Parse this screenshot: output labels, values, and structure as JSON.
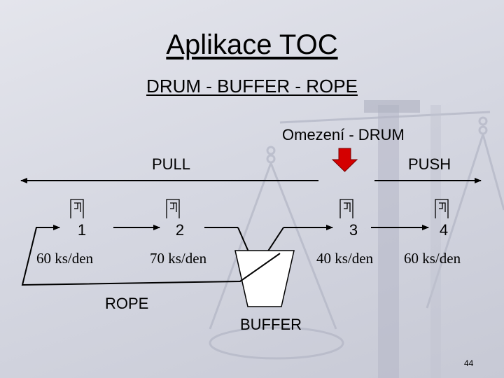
{
  "title": "Aplikace TOC",
  "subtitle": "DRUM - BUFFER - ROPE",
  "constraint_label": "Omezení - DRUM",
  "pull_label": "PULL",
  "push_label": "PUSH",
  "stations": [
    {
      "number": "1",
      "rate": "60 ks/den"
    },
    {
      "number": "2",
      "rate": "70 ks/den"
    },
    {
      "number": "3",
      "rate": "40 ks/den"
    },
    {
      "number": "4",
      "rate": "60 ks/den"
    }
  ],
  "rope_label": "ROPE",
  "buffer_label": "BUFFER",
  "page_number": "44",
  "colors": {
    "drum_arrow": "#d40000",
    "background": "#d6d8e2",
    "watermark": "#b4b7c6"
  }
}
